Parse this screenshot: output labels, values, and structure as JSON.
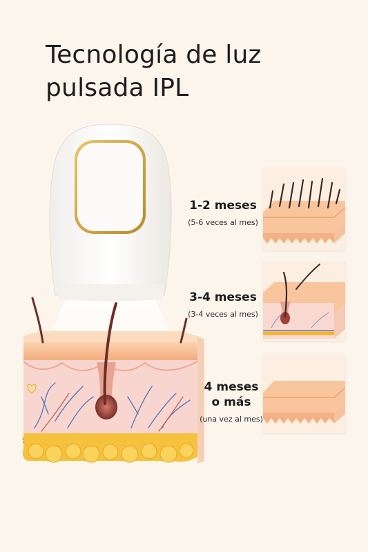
{
  "title": {
    "line1": "Tecnología de luz",
    "line2": "pulsada IPL"
  },
  "stages": [
    {
      "period": "1-2 meses",
      "frequency": "(5-6 veces al mes)"
    },
    {
      "period": "3-4 meses",
      "frequency": "(3-4 veces al mes)"
    },
    {
      "period_line1": "4 meses",
      "period_line2": "o más",
      "frequency": "(una vez al mes)"
    }
  ],
  "colors": {
    "background": "#fcf5ec",
    "skin_top": "#f6b98a",
    "dermis": "#f8d6cf",
    "fat": "#f7c23a",
    "hair": "#6b2f2a",
    "device_accent": "#d4a43a"
  }
}
